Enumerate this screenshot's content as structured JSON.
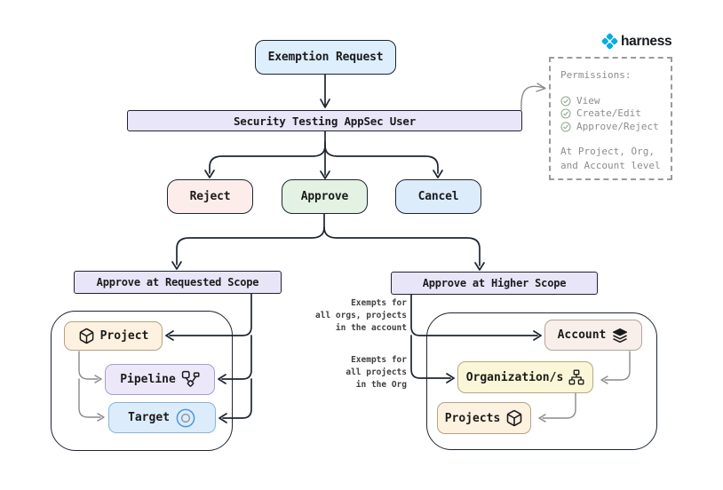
{
  "logo": {
    "text": "harness",
    "brand_blue": "#00ade4"
  },
  "flow": {
    "exemption": "Exemption Request",
    "appsec_user": "Security Testing AppSec User",
    "reject": "Reject",
    "approve": "Approve",
    "cancel": "Cancel",
    "requested_scope": "Approve at Requested Scope",
    "higher_scope": "Approve at Higher Scope"
  },
  "requested_scope_group": {
    "project": "Project",
    "pipeline": "Pipeline",
    "target": "Target"
  },
  "higher_scope_group": {
    "account": "Account",
    "organizations": "Organization/s",
    "projects": "Projects"
  },
  "annotations": {
    "account_note": [
      "Exempts for",
      "all orgs, projects",
      "in the account"
    ],
    "org_note": [
      "Exempts for",
      "all projects",
      "in the Org"
    ]
  },
  "permissions": {
    "title": "Permissions:",
    "items": [
      "View",
      "Create/Edit",
      "Approve/Reject"
    ],
    "footer": [
      "At Project, Org,",
      "and Account level"
    ]
  },
  "colors": {
    "exemption_bg": "#ddeefc",
    "appsec_bg": "#eae6f9",
    "reject_bg": "#fcedeb",
    "approve_bg": "#e3f2e3",
    "cancel_bg": "#dcecfb",
    "scope_header_bg": "#e9e5f9",
    "project_bg": "#fdf1e0",
    "pipeline_bg": "#ece8f9",
    "target_bg": "#dcecfb",
    "account_bg": "#f8eeea",
    "organization_bg": "#fbf6d7",
    "arrow_black": "#1d2531",
    "arrow_gray": "#8a8a8a",
    "check_green": "#94a893"
  }
}
